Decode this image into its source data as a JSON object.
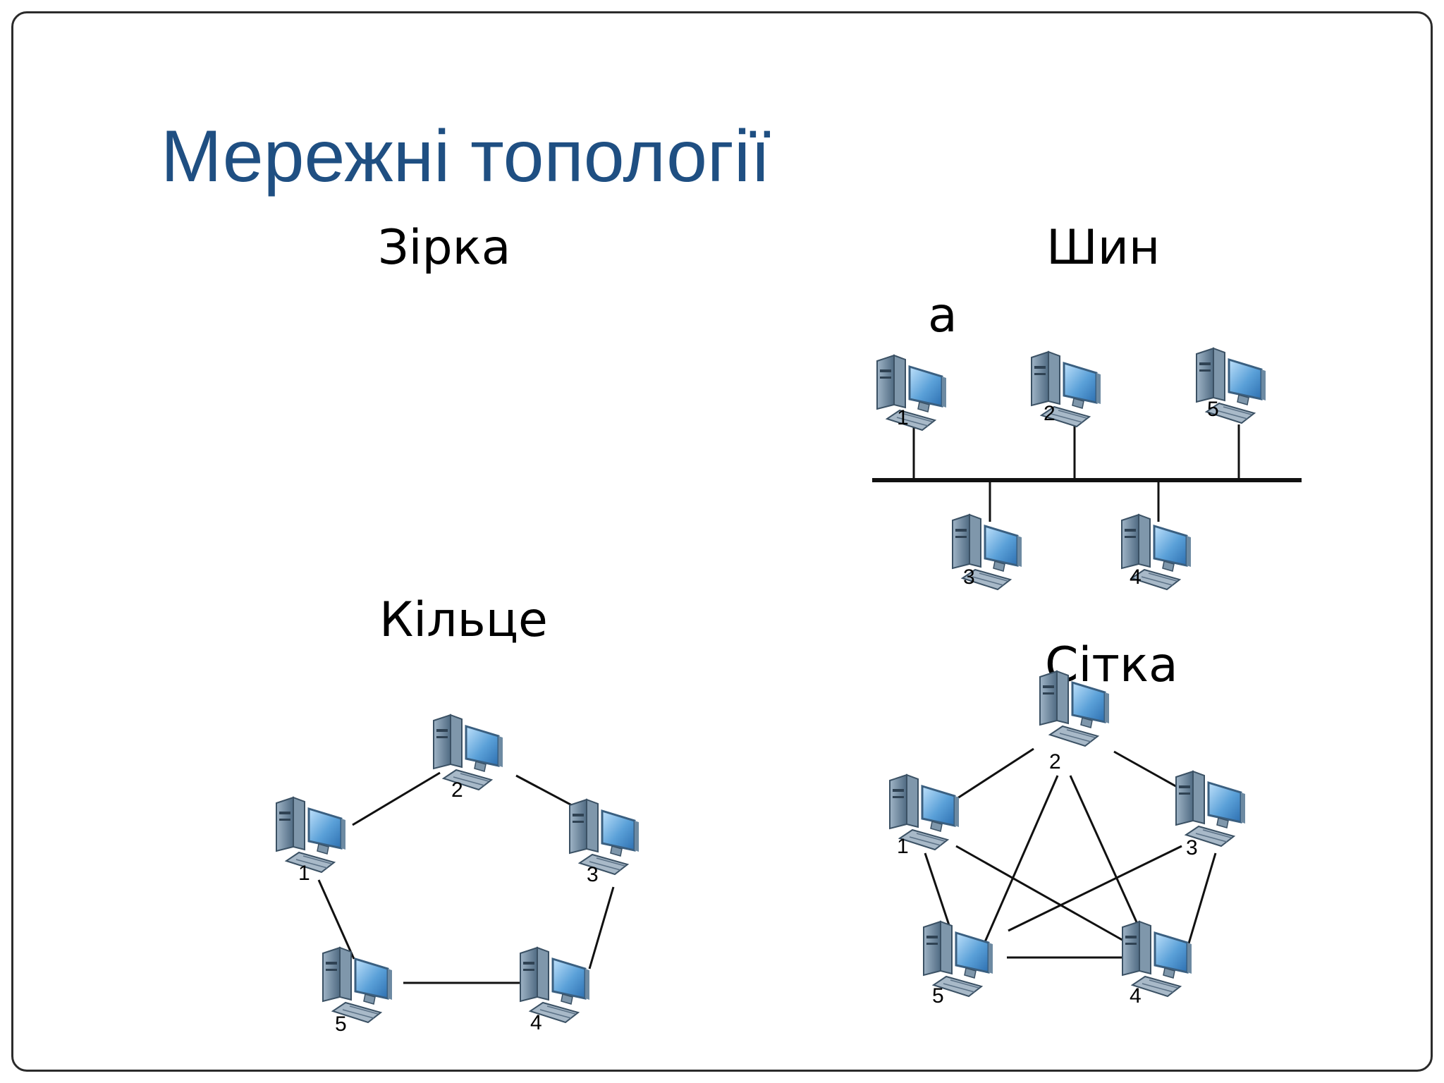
{
  "slide": {
    "title": "Мережні топології",
    "colors": {
      "title": "#1f4f82",
      "frame": "#2b2b2b",
      "lines": "#111111",
      "monitor": "#5aa0d8",
      "case": "#6e8aa3"
    }
  },
  "sections": {
    "star": {
      "label": "Зірка"
    },
    "bus": {
      "label_line1": "Шин",
      "label_line2": "а"
    },
    "ring": {
      "label": "Кільце"
    },
    "mesh": {
      "label": "Сітка"
    }
  },
  "icon_name": "computer-icon",
  "topologies": {
    "bus": {
      "nodes": [
        "1",
        "2",
        "5",
        "3",
        "4"
      ]
    },
    "ring": {
      "nodes": [
        "1",
        "2",
        "3",
        "4",
        "5"
      ],
      "links": [
        [
          "1",
          "2"
        ],
        [
          "2",
          "3"
        ],
        [
          "3",
          "4"
        ],
        [
          "4",
          "5"
        ],
        [
          "5",
          "1"
        ]
      ]
    },
    "mesh": {
      "nodes": [
        "1",
        "2",
        "3",
        "4",
        "5"
      ],
      "links": [
        [
          "1",
          "2"
        ],
        [
          "2",
          "3"
        ],
        [
          "3",
          "4"
        ],
        [
          "4",
          "5"
        ],
        [
          "5",
          "1"
        ],
        [
          "1",
          "4"
        ],
        [
          "2",
          "4"
        ],
        [
          "2",
          "5"
        ],
        [
          "3",
          "5"
        ]
      ]
    }
  }
}
